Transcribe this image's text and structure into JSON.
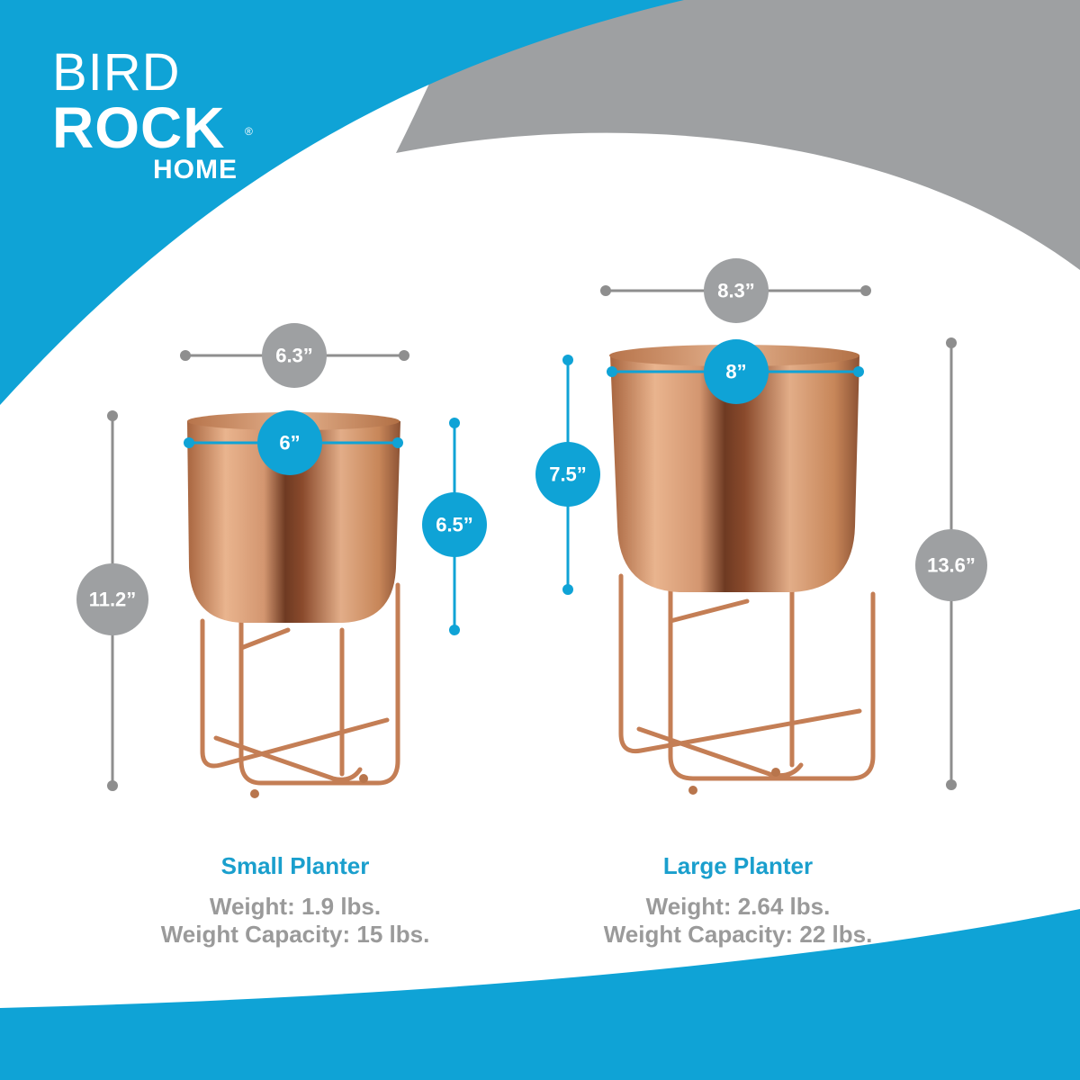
{
  "brand": {
    "line1": "BIRD",
    "line2": "ROCK",
    "registered": "®",
    "line3": "HOME",
    "colors": {
      "blue": "#0fa3d6",
      "gray": "#9ea0a2",
      "copper": "#c98a5e"
    }
  },
  "small_planter": {
    "title": "Small Planter",
    "weight": "Weight: 1.9 lbs.",
    "capacity": "Weight Capacity: 15 lbs.",
    "dims": {
      "outer_width": "6.3”",
      "bowl_width": "6”",
      "bowl_height": "6.5”",
      "total_height": "11.2”"
    }
  },
  "large_planter": {
    "title": "Large Planter",
    "weight": "Weight: 2.64 lbs.",
    "capacity": "Weight Capacity: 22 lbs.",
    "dims": {
      "outer_width": "8.3”",
      "bowl_width": "8”",
      "bowl_height": "7.5”",
      "total_height": "13.6”"
    }
  }
}
